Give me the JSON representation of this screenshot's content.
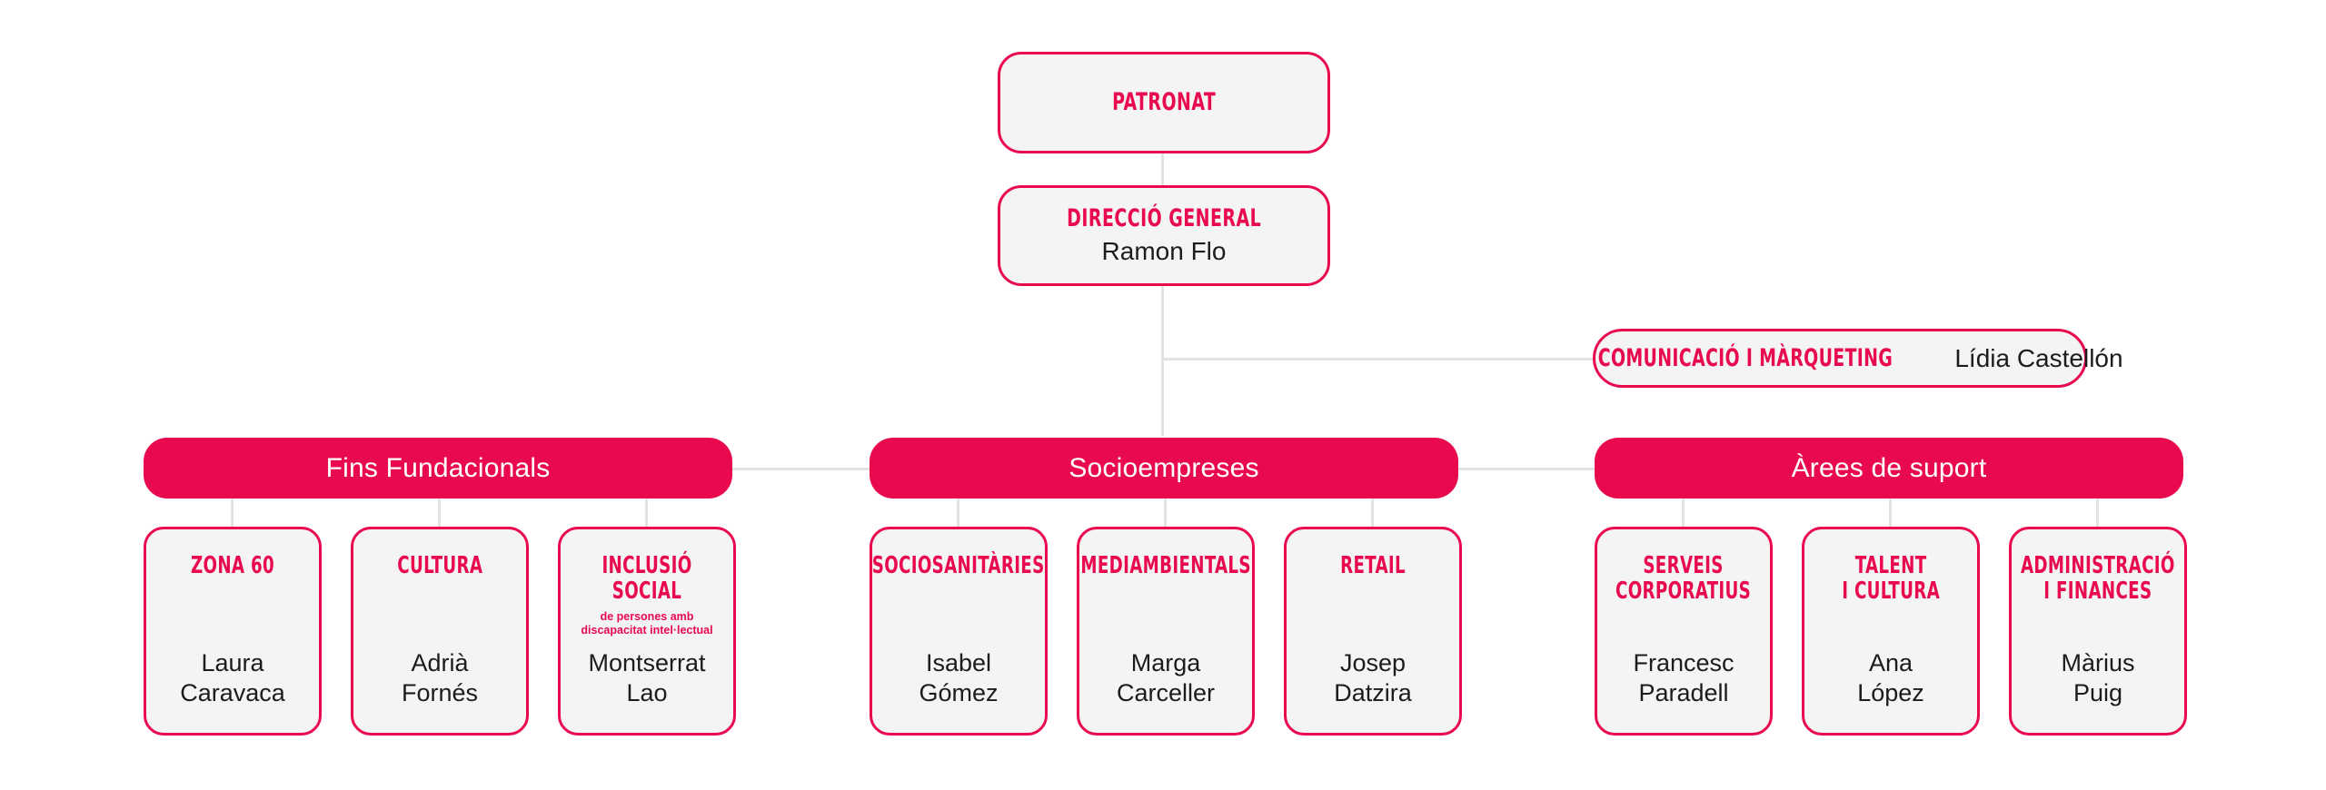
{
  "colors": {
    "accent": "#e8094f",
    "card_bg": "#f4f4f4",
    "connector": "#e3e3e3",
    "person_text": "#1c1c1c",
    "banner_text": "#ffffff",
    "page_bg": "#ffffff"
  },
  "board": {
    "title": "PATRONAT"
  },
  "general_direction": {
    "title": "DIRECCIÓ GENERAL",
    "person": "Ramon Flo"
  },
  "communication": {
    "title": "COMUNICACIÓ I MÀRQUETING",
    "person": "Lídia Castellón"
  },
  "groups": [
    {
      "label": "Fins Fundacionals",
      "units": [
        {
          "title": "ZONA 60",
          "subtitle": "",
          "person": "Laura\nCaravaca"
        },
        {
          "title": "CULTURA",
          "subtitle": "",
          "person": "Adrià\nFornés"
        },
        {
          "title": "INCLUSIÓ SOCIAL",
          "subtitle": "de persones amb\ndiscapacitat intel·lectual",
          "person": "Montserrat\nLao"
        }
      ]
    },
    {
      "label": "Socioempreses",
      "units": [
        {
          "title": "SOCIOSANITÀRIES",
          "subtitle": "",
          "person": "Isabel\nGómez"
        },
        {
          "title": "MEDIAMBIENTALS",
          "subtitle": "",
          "person": "Marga\nCarceller"
        },
        {
          "title": "RETAIL",
          "subtitle": "",
          "person": "Josep\nDatzira"
        }
      ]
    },
    {
      "label": "Àrees de suport",
      "units": [
        {
          "title": "SERVEIS\nCORPORATIUS",
          "subtitle": "",
          "person": "Francesc\nParadell"
        },
        {
          "title": "TALENT\nI CULTURA",
          "subtitle": "",
          "person": "Ana\nLópez"
        },
        {
          "title": "ADMINISTRACIÓ\nI FINANCES",
          "subtitle": "",
          "person": "Màrius\nPuig"
        }
      ]
    }
  ]
}
